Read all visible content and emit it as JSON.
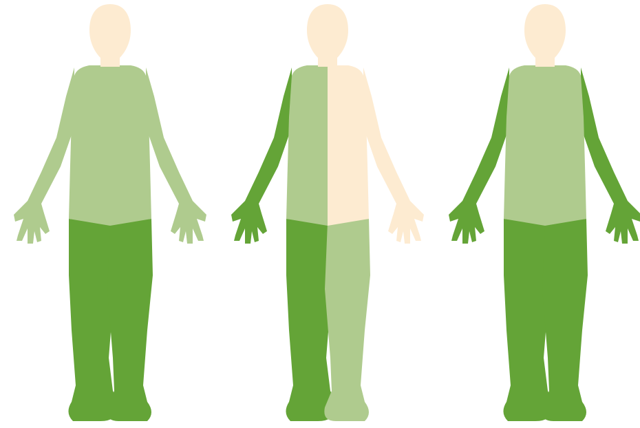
{
  "colors": {
    "skin": "#fdebd1",
    "light_green": "#afcb8e",
    "dark_green": "#64a437",
    "background": "#ffffff"
  },
  "figures": [
    {
      "head": "skin",
      "torso_left": "light_green",
      "torso_right": "light_green",
      "arm_left": "light_green",
      "arm_right": "light_green",
      "leg_left": "dark_green",
      "leg_right": "dark_green"
    },
    {
      "head": "skin",
      "torso_left": "light_green",
      "torso_right": "skin",
      "arm_left": "dark_green",
      "arm_right": "skin",
      "leg_left": "dark_green",
      "leg_right": "light_green"
    },
    {
      "head": "skin",
      "torso_left": "light_green",
      "torso_right": "light_green",
      "arm_left": "dark_green",
      "arm_right": "dark_green",
      "leg_left": "dark_green",
      "leg_right": "dark_green"
    }
  ]
}
